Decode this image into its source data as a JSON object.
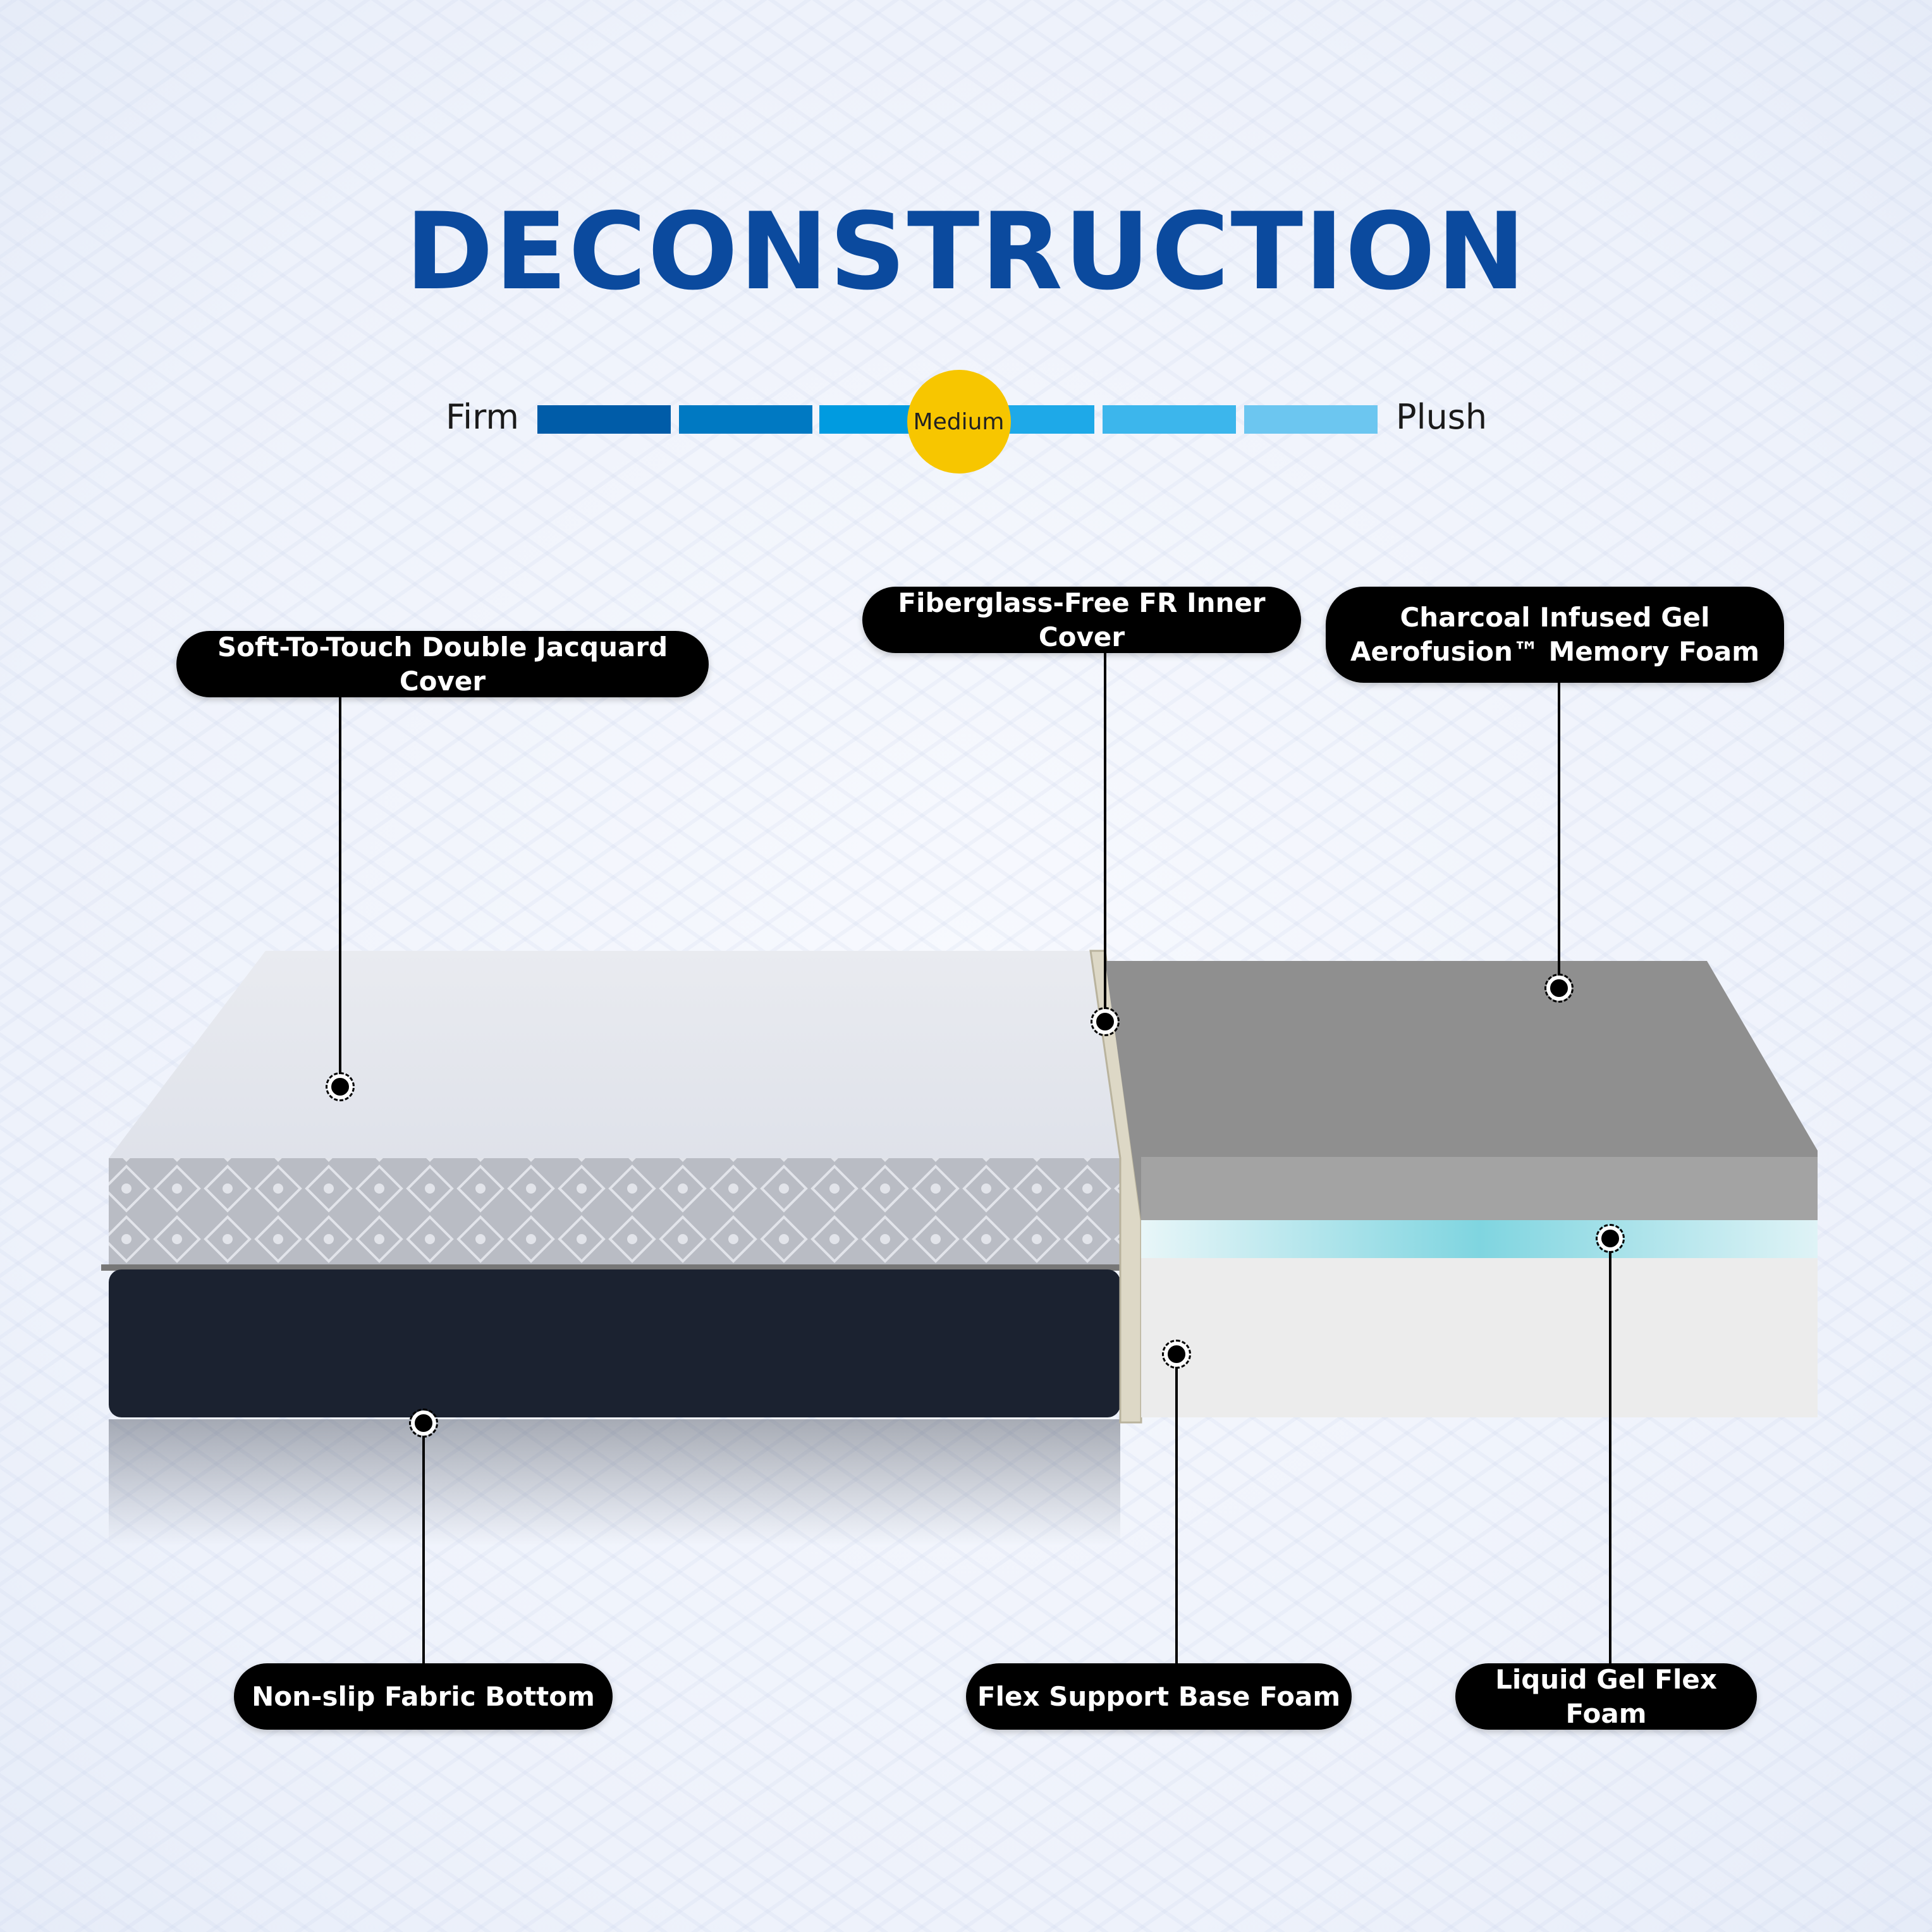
{
  "title": "DECONSTRUCTION",
  "firmness": {
    "left_label": "Firm",
    "right_label": "Plush",
    "marker_label": "Medium",
    "level_fraction": 0.5,
    "segment_colors": [
      "#005ca8",
      "#0079c2",
      "#009be0",
      "#1ea9e8",
      "#3cb6ec",
      "#6cc6f0"
    ],
    "marker_color": "#f7c600"
  },
  "callouts": [
    {
      "label": "Soft-To-Touch Double Jacquard Cover"
    },
    {
      "label": "Fiberglass-Free FR Inner Cover"
    },
    {
      "label": "Charcoal  Infused Gel",
      "label2": "Aerofusion™ Memory Foam"
    },
    {
      "label": "Non-slip Fabric Bottom"
    },
    {
      "label": "Flex Support Base Foam"
    },
    {
      "label": "Liquid Gel Flex Foam"
    }
  ]
}
